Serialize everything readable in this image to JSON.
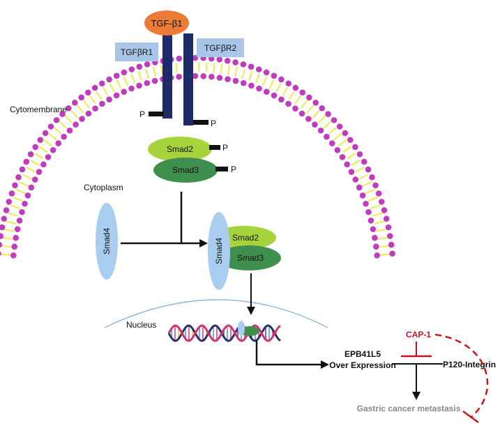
{
  "colors": {
    "membrane_head": "#c13bbf",
    "membrane_tail": "#f1e94a",
    "receptor": "#1f2a6b",
    "ligand": "#ee7a37",
    "receptor_label_box": "#a9c6e8",
    "smad_light": "#a7d33c",
    "smad_dark": "#3f8f4f",
    "smad4": "#a9cdee",
    "nucleus_line": "#7aa9d6",
    "inhibit_red": "#c8151b",
    "gray_text": "#888888"
  },
  "labels": {
    "ligand": "TGF-β1",
    "receptor1": "TGFβR1",
    "receptor2": "TGFβR2",
    "cytomembrane": "Cytomembrane",
    "cytoplasm": "Cytoplasm",
    "nucleus": "Nucleus",
    "phospho": "P",
    "smad2": "Smad2",
    "smad3": "Smad3",
    "smad4": "Smad4",
    "epb_line1": "EPB41L5",
    "epb_line2": "Over Expression",
    "cap1": "CAP-1",
    "p120": "P120-Integrin",
    "gastric": "Gastric cancer metastasis"
  }
}
